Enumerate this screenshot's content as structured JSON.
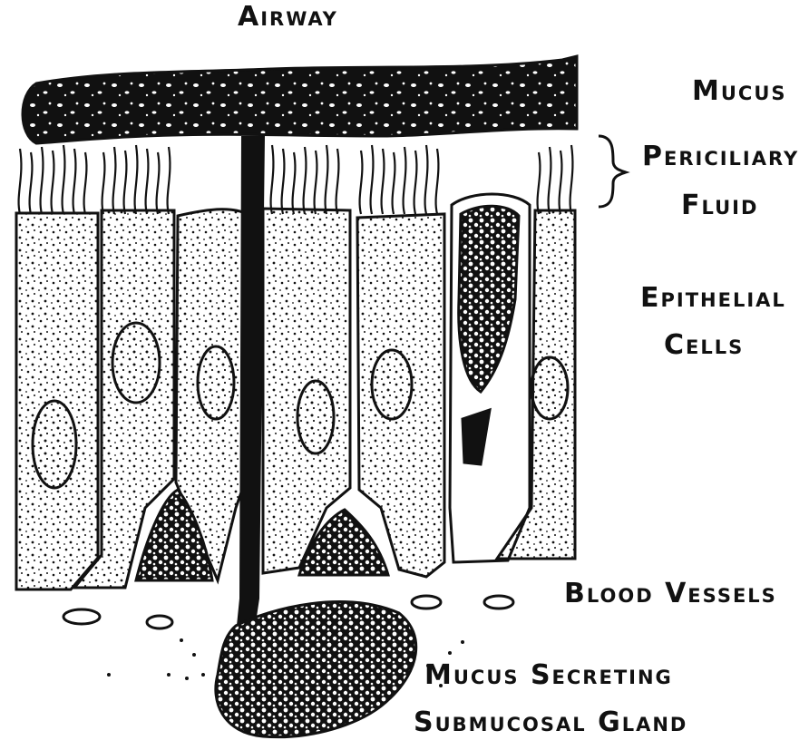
{
  "labels": {
    "airway": "Airway",
    "mucus": "Mucus",
    "periciliary_line1": "Periciliary",
    "periciliary_line2": "Fluid",
    "epithelial_line1": "Epithelial",
    "epithelial_line2": "Cells",
    "blood_vessels": "Blood Vessels",
    "gland_line1": "Mucus Secreting",
    "gland_line2": "Submucosal Gland"
  },
  "colors": {
    "ink": "#111111",
    "paper": "#ffffff"
  }
}
